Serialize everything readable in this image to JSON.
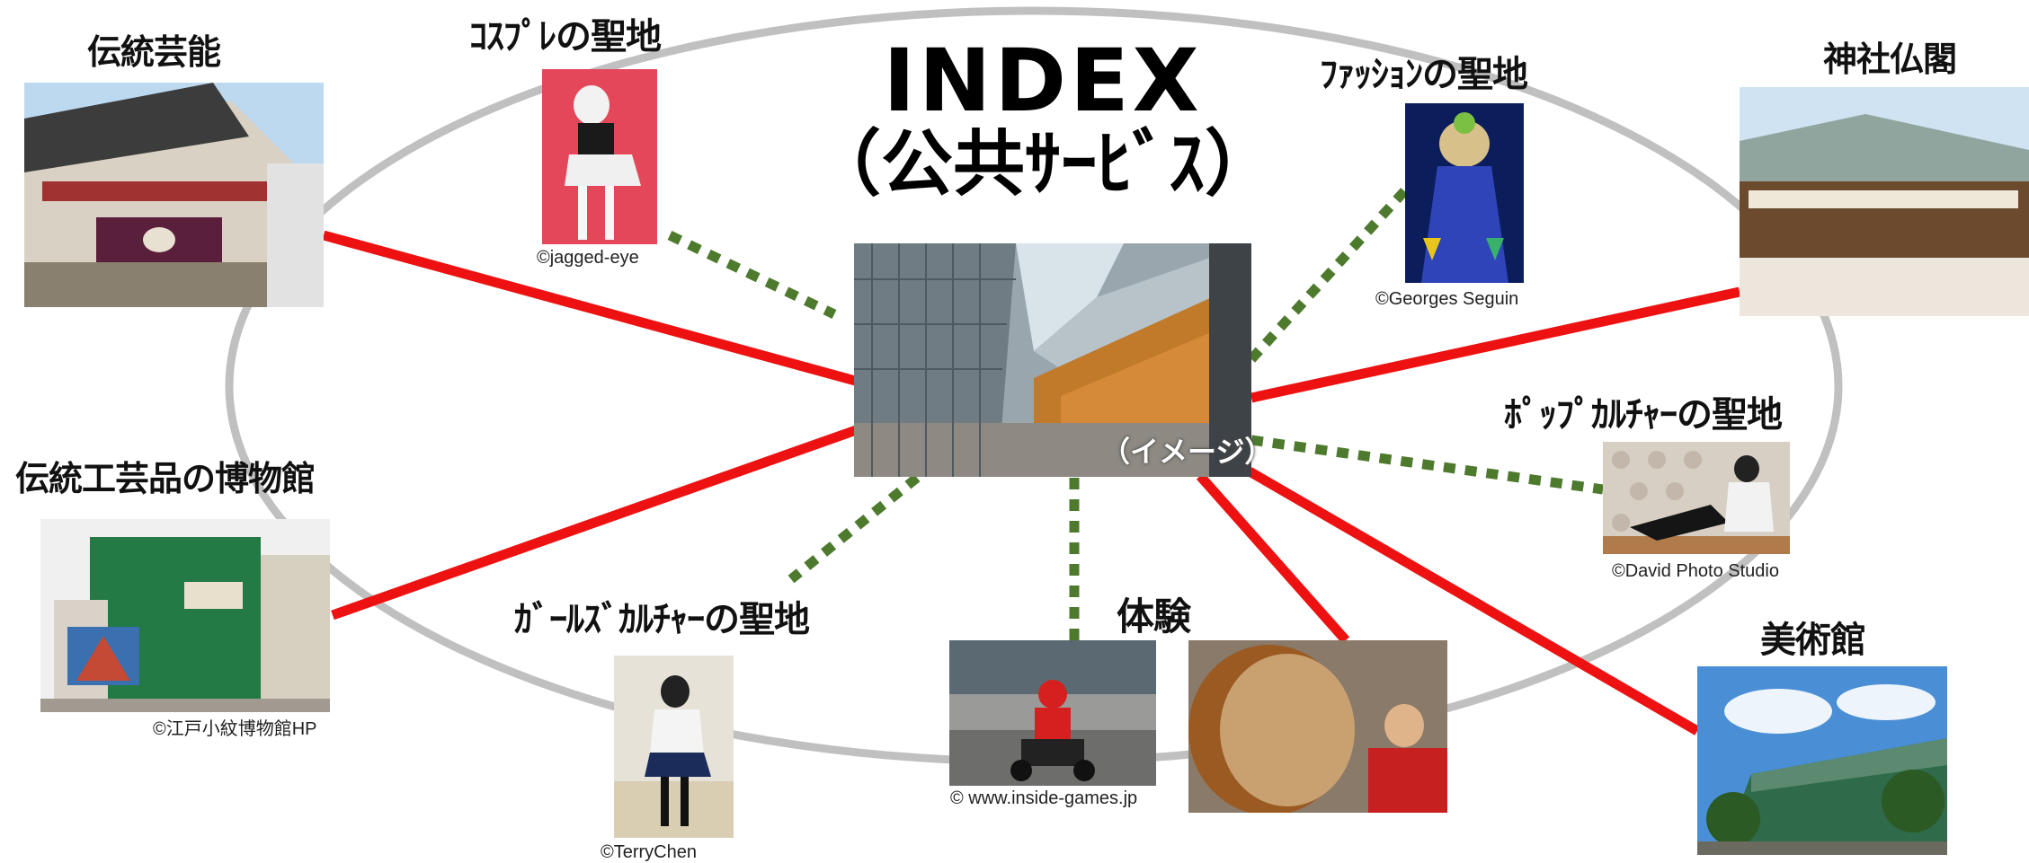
{
  "title": {
    "line1": "INDEX",
    "line2": "（公共ｻｰﾋﾞｽ）"
  },
  "center": {
    "caption": "（イメージ）"
  },
  "nodes": {
    "traditional_arts": {
      "label": "伝統芸能"
    },
    "cosplay": {
      "label": "ｺｽﾌﾟﾚの聖地",
      "credit": "©jagged-eye"
    },
    "fashion": {
      "label": "ﾌｧｯｼｮﾝの聖地",
      "credit": "©Georges Seguin"
    },
    "shrines": {
      "label": "神社仏閣"
    },
    "crafts_museum": {
      "label": "伝統工芸品の博物館",
      "credit": "©江戸小紋博物館HP"
    },
    "pop_culture": {
      "label": "ﾎﾟｯﾌﾟｶﾙﾁｬｰの聖地",
      "credit": "©David Photo Studio"
    },
    "girls_culture": {
      "label": "ｶﾞｰﾙｽﾞｶﾙﾁｬｰの聖地",
      "credit": "©TerryChen"
    },
    "experience": {
      "label": "体験",
      "credit": "© www.inside-games.jp"
    },
    "art_museum": {
      "label": "美術館"
    }
  },
  "connector_colors": {
    "solid": "#ee1111",
    "dotted": "#4e7a2e",
    "ring": "#c0c0c0"
  }
}
